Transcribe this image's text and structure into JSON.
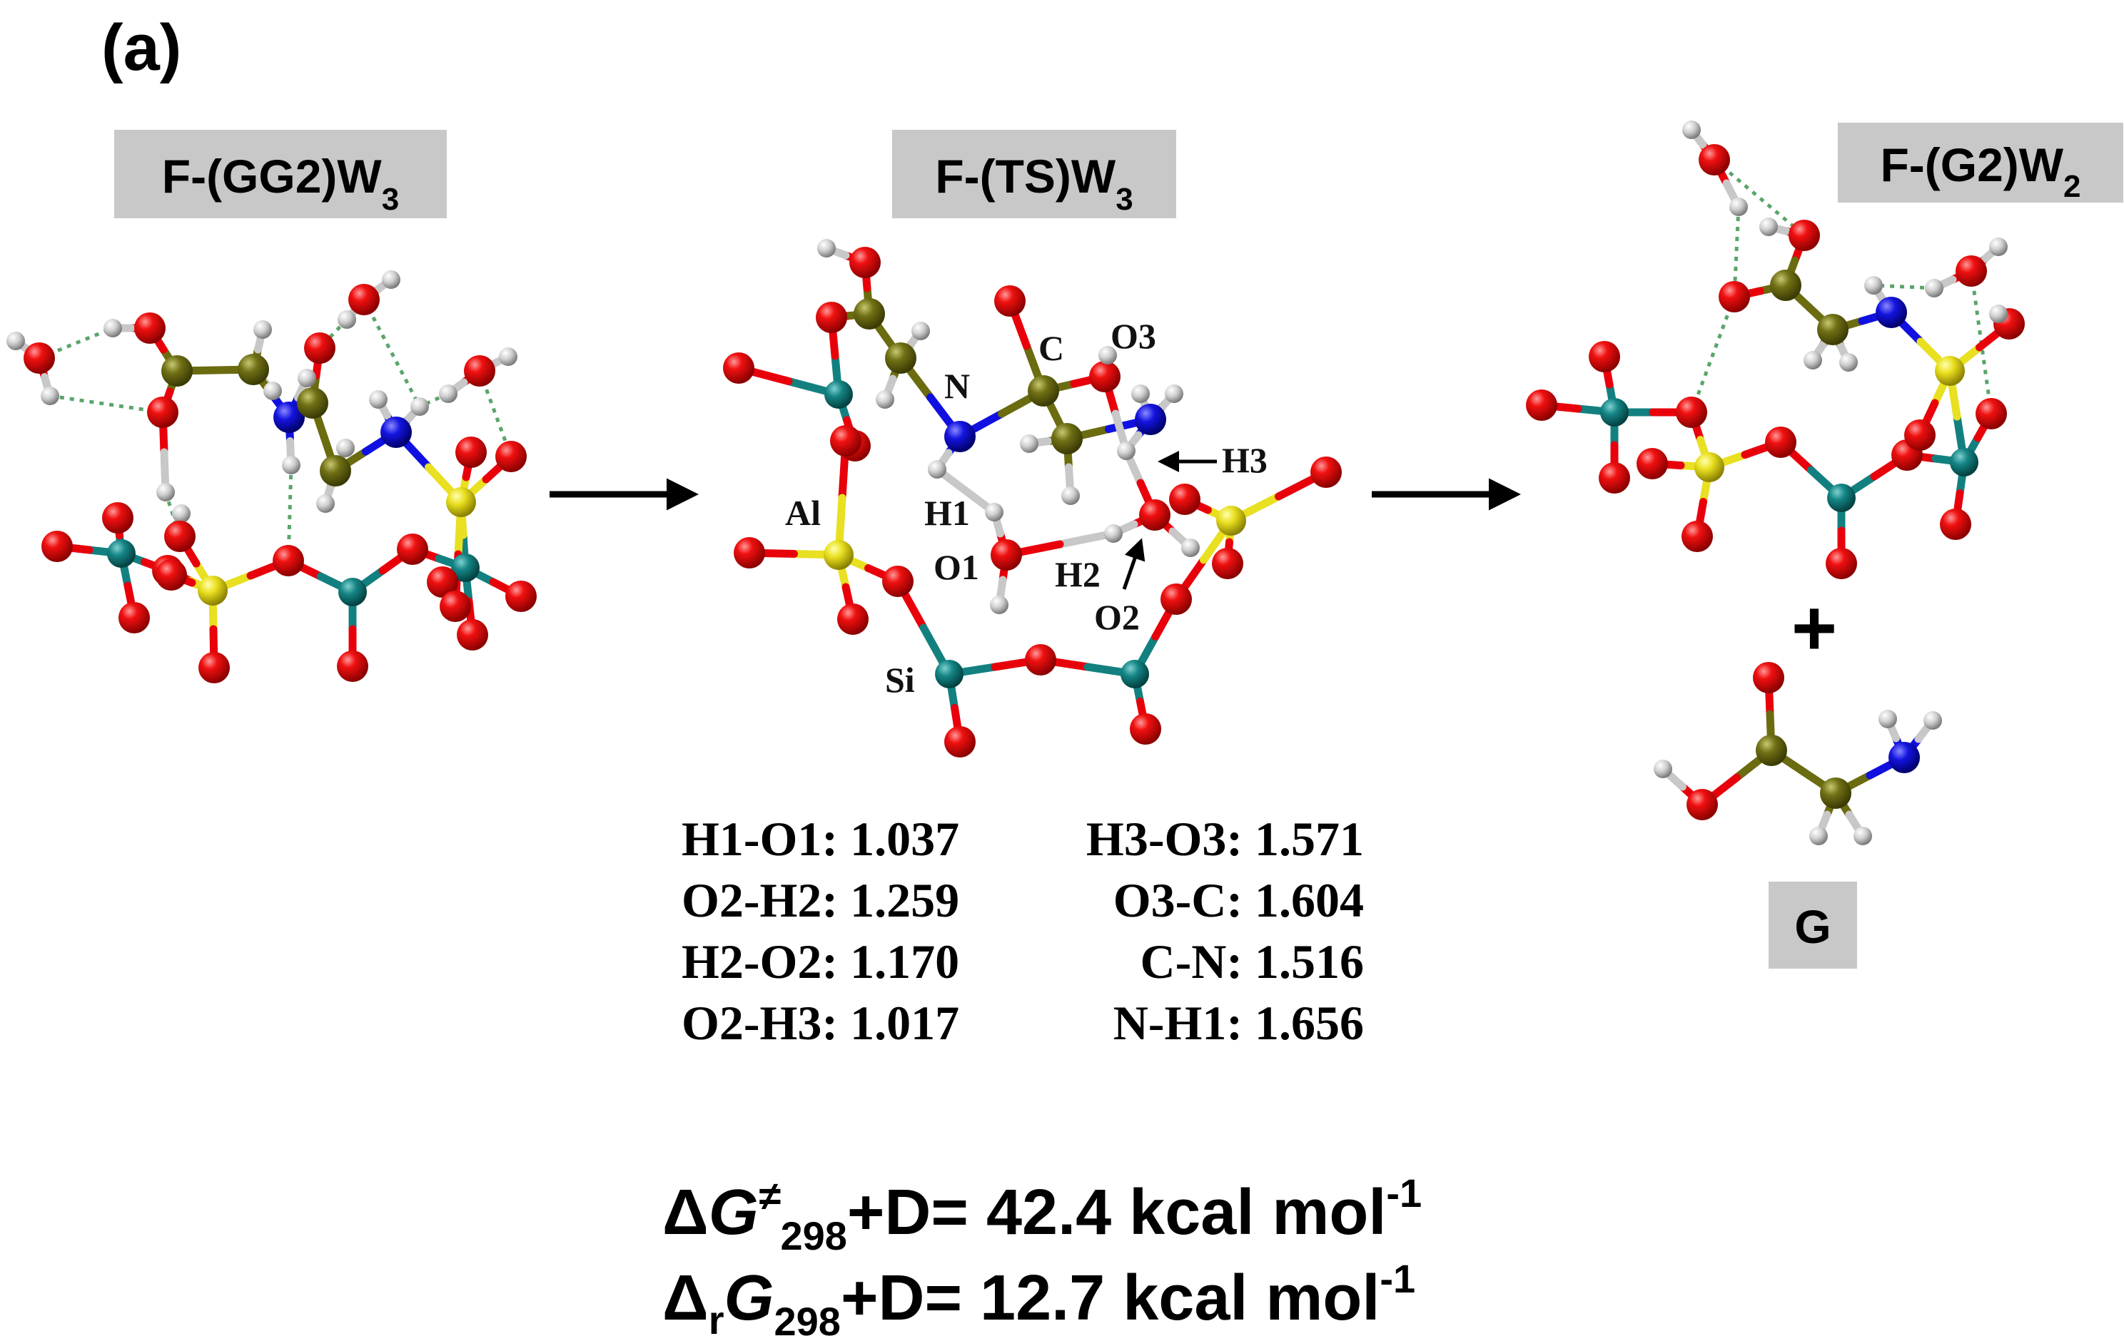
{
  "panel_tag": "(a)",
  "structures": {
    "reactant": {
      "label_main": "F-(GG2)W",
      "label_sub": "3"
    },
    "transition_state": {
      "label_main": "F-(TS)W",
      "label_sub": "3"
    },
    "product": {
      "label_main": "F-(G2)W",
      "label_sub": "2"
    },
    "released": {
      "label": "G"
    }
  },
  "plus_sign": "+",
  "atom_labels": {
    "N": "N",
    "C": "C",
    "O3": "O3",
    "H3": "H3",
    "Al": "Al",
    "H1": "H1",
    "O1": "O1",
    "H2": "H2",
    "O2": "O2",
    "Si": "Si"
  },
  "distances_left": [
    "H1-O1: 1.037",
    "O2-H2: 1.259",
    "H2-O2: 1.170",
    "O2-H3: 1.017"
  ],
  "distances_right": [
    "H3-O3: 1.571",
    "O3-C: 1.604",
    "C-N: 1.516",
    "N-H1: 1.656"
  ],
  "energies": {
    "activation": {
      "delta": "Δ",
      "symbol": "G",
      "superscript": "≠",
      "subscript": "298",
      "rest": "+D= 42.4 kcal mol",
      "exponent": "-1"
    },
    "reaction": {
      "delta": "Δ",
      "delta_sub": "r",
      "symbol": "G",
      "subscript": "298",
      "rest": "+D= 12.7 kcal mol",
      "exponent": "-1"
    }
  },
  "colors": {
    "oxygen": "#e8000b",
    "hydrogen": "#c8c8c8",
    "carbon": "#6b6b10",
    "nitrogen": "#1010e0",
    "silicon": "#138080",
    "aluminum": "#e8e020",
    "hbond": "#5aa56a",
    "label_box": "#c8c8c8"
  }
}
